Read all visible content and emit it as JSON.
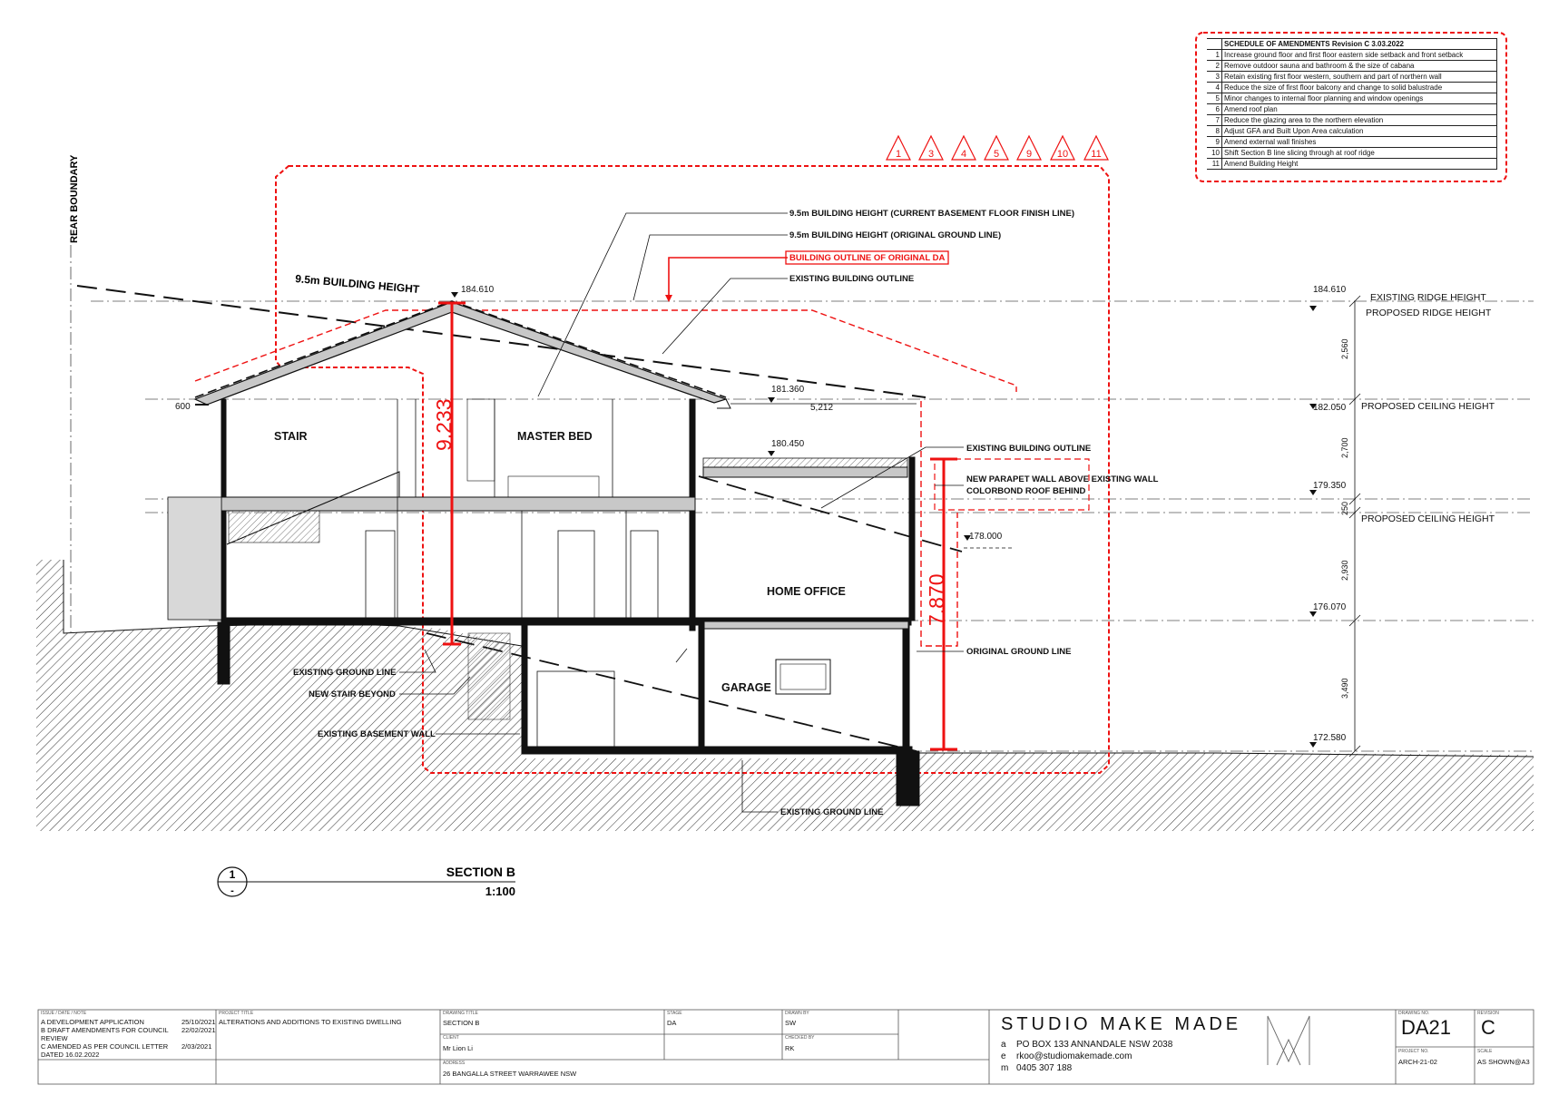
{
  "labels": {
    "rear_boundary": "REAR BOUNDARY",
    "building_height": "9.5m BUILDING HEIGHT",
    "height_current": "9.5m BUILDING HEIGHT (CURRENT BASEMENT FLOOR FINISH LINE)",
    "height_original": "9.5m BUILDING HEIGHT (ORIGINAL GROUND LINE)",
    "outline_original_da": "BUILDING OUTLINE OF ORIGINAL DA",
    "existing_outline_1": "EXISTING BUILDING OUTLINE",
    "existing_outline_2": "EXISTING BUILDING OUTLINE",
    "parapet_1": "NEW PARAPET WALL ABOVE EXISTING WALL",
    "parapet_2": "COLORBOND ROOF BEHIND",
    "original_ground": "ORIGINAL GROUND LINE",
    "existing_ground_1": "EXISTING GROUND LINE",
    "new_stair": "NEW STAIR BEYOND",
    "basement_wall": "EXISTING BASEMENT WALL",
    "existing_ground_2": "EXISTING GROUND LINE"
  },
  "rooms": {
    "stair": "STAIR",
    "master_bed": "MASTER BED",
    "home_office": "HOME OFFICE",
    "garage": "GARAGE"
  },
  "levels": {
    "ridge_rl": "184.610",
    "ridge_rl_left": "184.610",
    "ridge_existing": "EXISTING RIDGE HEIGHT",
    "ridge_proposed": "PROPOSED RIDGE HEIGHT",
    "ceiling_rl": "182.050",
    "ceiling_label": "PROPOSED CEILING HEIGHT",
    "rl_181": "181.360",
    "dim_5212": "5,212",
    "rl_180": "180.450",
    "rl_179": "179.350",
    "ceiling_label_2": "PROPOSED CEILING HEIGHT",
    "rl_178": "178.000",
    "rl_176": "176.070",
    "rl_172": "172.580",
    "eave": "600"
  },
  "dims": {
    "d2560": "2,560",
    "d2700": "2,700",
    "d250": "250",
    "d2930": "2,930",
    "d3490": "3,490",
    "h9233": "9.233",
    "h7870": "7.870"
  },
  "revisions": [
    "1",
    "3",
    "4",
    "5",
    "9",
    "10",
    "11"
  ],
  "schedule": {
    "title": "SCHEDULE OF AMENDMENTS Revision C 3.03.2022",
    "items": [
      {
        "n": "1",
        "t": "Increase ground floor and first floor eastern side setback and front setback"
      },
      {
        "n": "2",
        "t": "Remove outdoor sauna and bathroom & the size of cabana"
      },
      {
        "n": "3",
        "t": "Retain existing first floor western, southern and part of northern wall"
      },
      {
        "n": "4",
        "t": "Reduce the size of first floor balcony and change to solid balustrade"
      },
      {
        "n": "5",
        "t": "Minor changes to internal floor planning and window openings"
      },
      {
        "n": "6",
        "t": "Amend roof plan"
      },
      {
        "n": "7",
        "t": "Reduce the glazing area to the northern elevation"
      },
      {
        "n": "8",
        "t": "Adjust GFA and Built Upon Area calculation"
      },
      {
        "n": "9",
        "t": "Amend external wall finishes"
      },
      {
        "n": "10",
        "t": "Shift Section B line slicing through at roof ridge"
      },
      {
        "n": "11",
        "t": "Amend Building Height"
      }
    ]
  },
  "section": {
    "number": "1",
    "sheet": "-",
    "title": "SECTION B",
    "scale": "1:100"
  },
  "titleblock": {
    "issue_hdr": "ISSUE / DATE / NOTE",
    "issue_a": "A DEVELOPMENT APPLICATION",
    "issue_a_date": "25/10/2021",
    "issue_b": "B DRAFT AMENDMENTS FOR COUNCIL",
    "issue_b_date": "22/02/2021",
    "issue_b2": "REVIEW",
    "issue_c": "C AMENDED AS PER COUNCIL LETTER",
    "issue_c_date": "2/03/2021",
    "issue_c2": "DATED 16.02.2022",
    "project_hdr": "PROJECT TITLE",
    "project": "ALTERATIONS AND ADDITIONS TO EXISTING DWELLING",
    "drawing_hdr": "DRAWING TITLE",
    "drawing": "SECTION B",
    "stage_hdr": "STAGE",
    "stage": "DA",
    "drawn_hdr": "DRAWN BY",
    "drawn": "SW",
    "client_hdr": "CLIENT",
    "client": "Mr Lion Li",
    "checked_hdr": "CHECKED BY",
    "checked": "RK",
    "address_hdr": "ADDRESS",
    "address": "26 BANGALLA STREET WARRAWEE NSW",
    "studio": "STUDIO MAKE MADE",
    "a_pre": "a",
    "a": "PO BOX 133 ANNANDALE NSW 2038",
    "e_pre": "e",
    "e": "rkoo@studiomakemade.com",
    "m_pre": "m",
    "m": "0405 307 188",
    "drawing_no_hdr": "DRAWING NO.",
    "drawing_no": "DA21",
    "revision_hdr": "REVISION",
    "revision": "C",
    "project_no_hdr": "PROJECT NO.",
    "project_no": "ARCH-21-02",
    "scale_hdr": "SCALE",
    "scale": "AS SHOWN@A3"
  },
  "colors": {
    "red": "#e11111",
    "grey_fill": "#c8c8c8",
    "line": "#111111"
  }
}
